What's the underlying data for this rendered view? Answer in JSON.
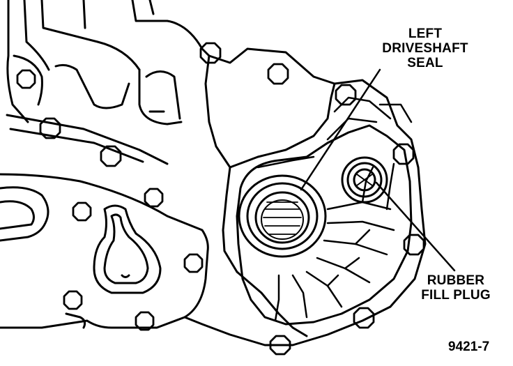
{
  "labels": {
    "seal": {
      "line1": "LEFT",
      "line2": "DRIVESHAFT",
      "line3": "SEAL"
    },
    "plug": {
      "line1": "RUBBER",
      "line2": "FILL PLUG"
    }
  },
  "figure_number": "9421-7",
  "colors": {
    "ink": "#000000",
    "paper": "#ffffff"
  }
}
